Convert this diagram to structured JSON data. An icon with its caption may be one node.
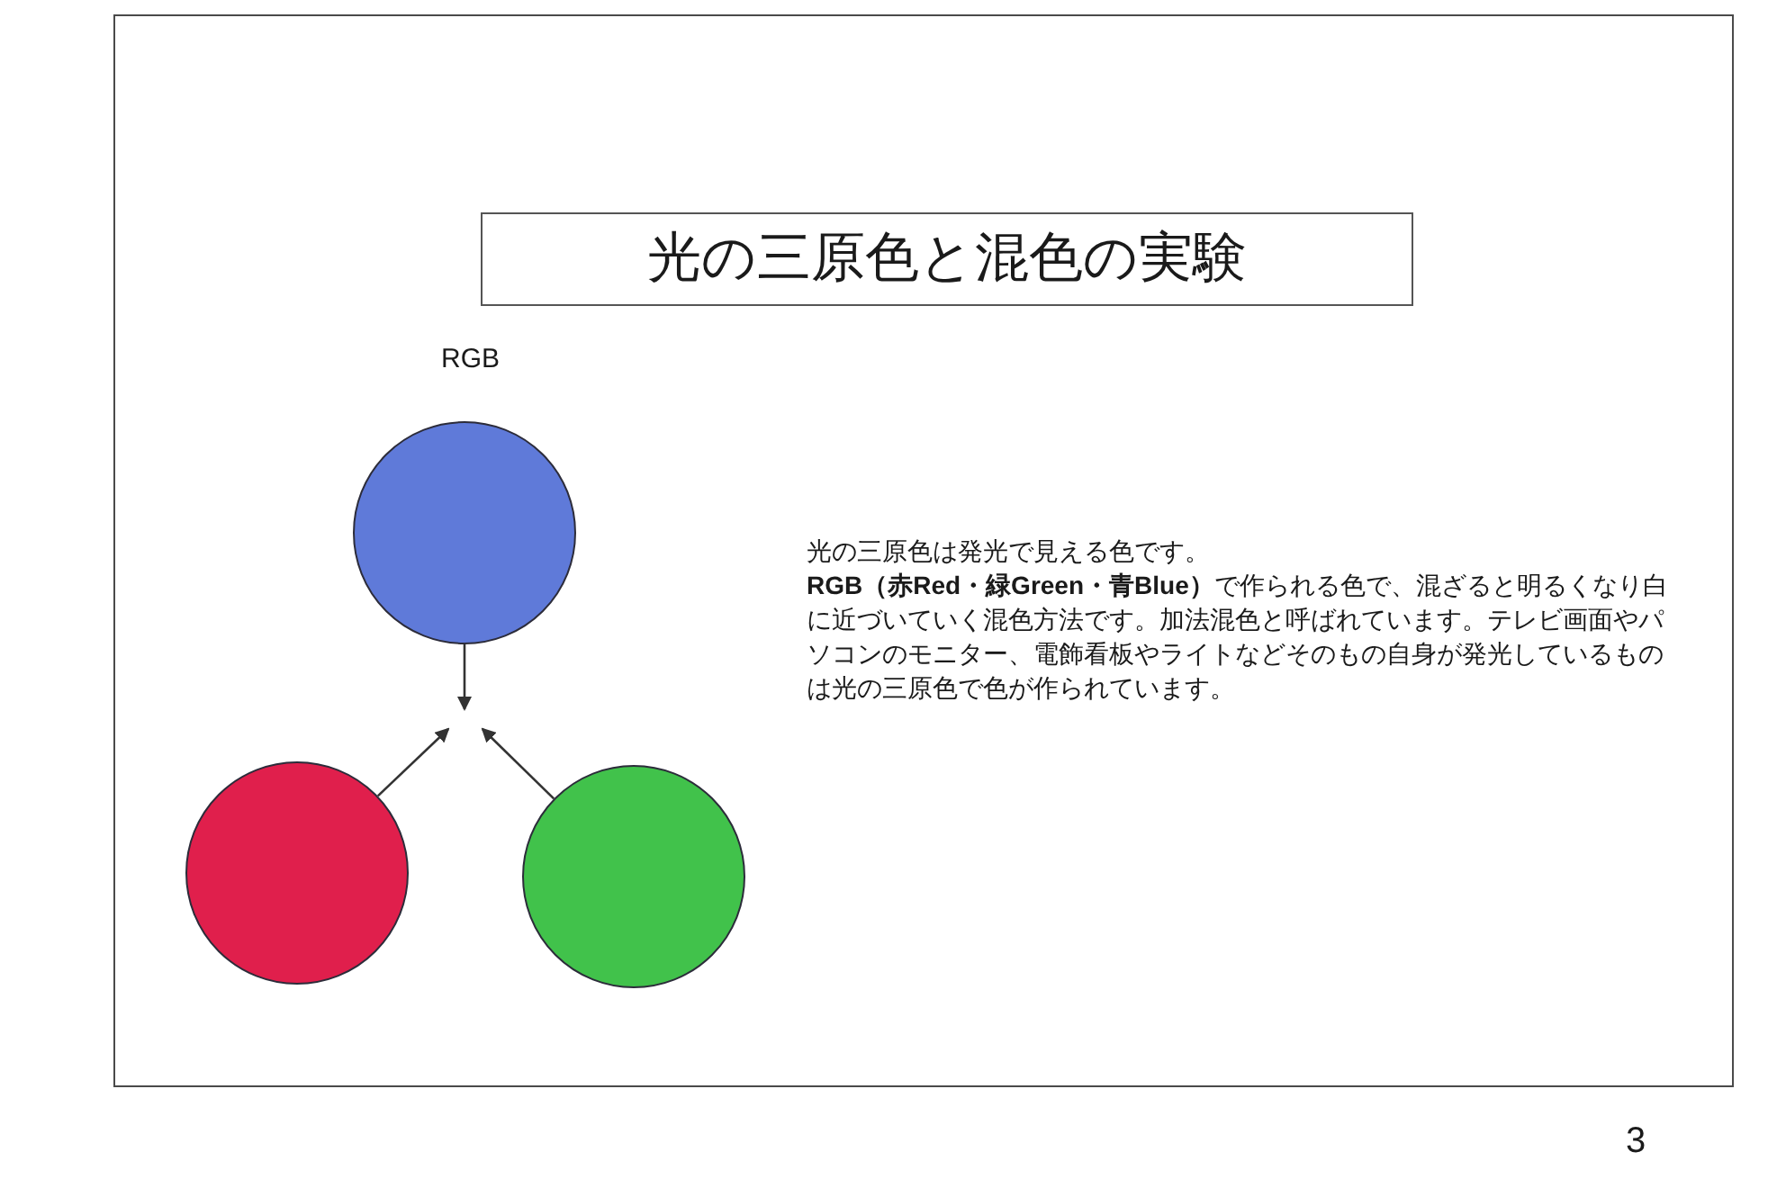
{
  "diagram": {
    "title": "光の三原色と混色の実験",
    "nodes": [
      {
        "text": [],
        "shape": "circle"
      },
      {
        "text": [],
        "shape": "circle"
      },
      {
        "text": [],
        "shape": "circle"
      }
    ],
    "edges": [
      {
        "from": 0,
        "to": null,
        "arrow": "to"
      },
      {
        "from": 1,
        "to": null,
        "arrow": "to"
      },
      {
        "from": 2,
        "to": null,
        "arrow": "to"
      }
    ],
    "labels": [
      "RGB",
      "光の三原色は発光で見える色です。",
      "**RGB（赤Red・緑Green・青Blue）**で作られる色で、混ざると明るくなり白に近づいていく混色方法です。加法混色と呼ばれています。テレビ画面やパソコンのモニター、電飾看板やライトなどそのもの自身が発光しているものは光の三原色で色が作られています。",
      "3"
    ]
  }
}
